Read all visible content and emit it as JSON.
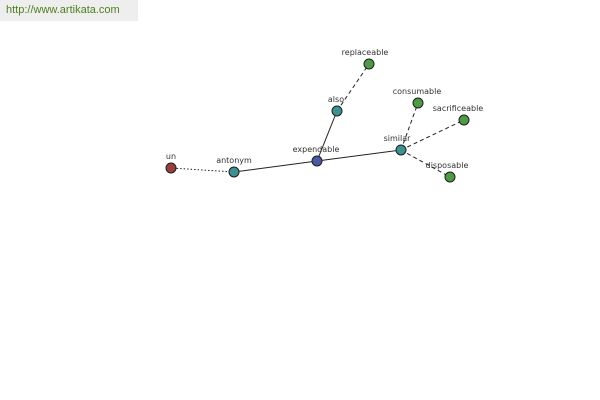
{
  "source": {
    "url_text": "http://www.artikata.com",
    "url_color": "#4f7f1f",
    "banner_color": "#eeeeee"
  },
  "graph": {
    "colors": {
      "center": "#4a5aa0",
      "relation": "#3f9090",
      "synonym": "#4f9a45",
      "antonym_word": "#9a3f3f",
      "edge": "#222222"
    },
    "nodes": [
      {
        "id": "expendable",
        "label": "expendable",
        "kind": "center"
      },
      {
        "id": "antonym",
        "label": "antonym",
        "kind": "relation"
      },
      {
        "id": "un",
        "label": "un",
        "kind": "antonym_word"
      },
      {
        "id": "also",
        "label": "also",
        "kind": "relation"
      },
      {
        "id": "replaceable",
        "label": "replaceable",
        "kind": "synonym"
      },
      {
        "id": "similar",
        "label": "similar",
        "kind": "relation"
      },
      {
        "id": "consumable",
        "label": "consumable",
        "kind": "synonym"
      },
      {
        "id": "sacrificeable",
        "label": "sacrificeable",
        "kind": "synonym"
      },
      {
        "id": "disposable",
        "label": "disposable",
        "kind": "synonym"
      }
    ],
    "edges": [
      {
        "from": "expendable",
        "to": "antonym",
        "style": "solid"
      },
      {
        "from": "antonym",
        "to": "un",
        "style": "dotted"
      },
      {
        "from": "expendable",
        "to": "also",
        "style": "solid"
      },
      {
        "from": "also",
        "to": "replaceable",
        "style": "dashed"
      },
      {
        "from": "expendable",
        "to": "similar",
        "style": "solid"
      },
      {
        "from": "similar",
        "to": "consumable",
        "style": "dashed"
      },
      {
        "from": "similar",
        "to": "sacrificeable",
        "style": "dashed"
      },
      {
        "from": "similar",
        "to": "disposable",
        "style": "dashed"
      }
    ]
  }
}
